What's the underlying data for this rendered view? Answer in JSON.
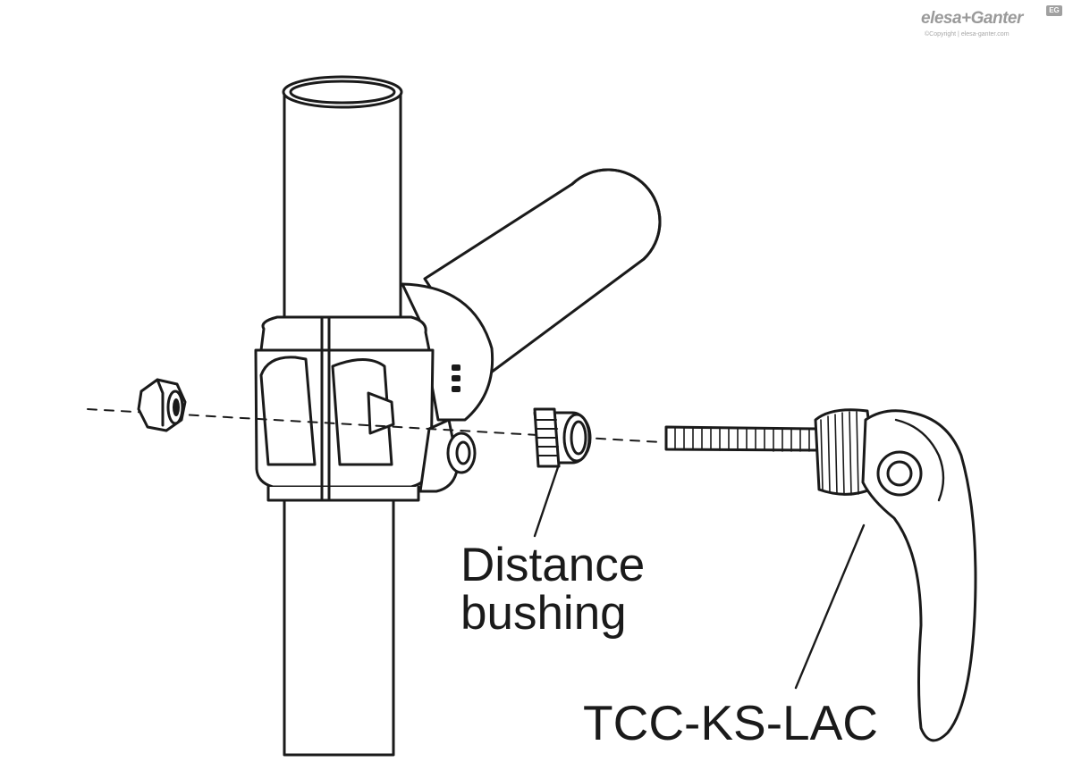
{
  "labels": {
    "distance_bushing": [
      "Distance",
      "bushing"
    ],
    "lever_part": "TCC-KS-LAC"
  },
  "brand": {
    "name": "elesa+Ganter",
    "badge": "EG",
    "copyright": "©Copyright | elesa-ganter.com"
  },
  "colors": {
    "line": "#1a1a1a",
    "fill": "#ffffff",
    "brand": "#9a9a9a"
  }
}
